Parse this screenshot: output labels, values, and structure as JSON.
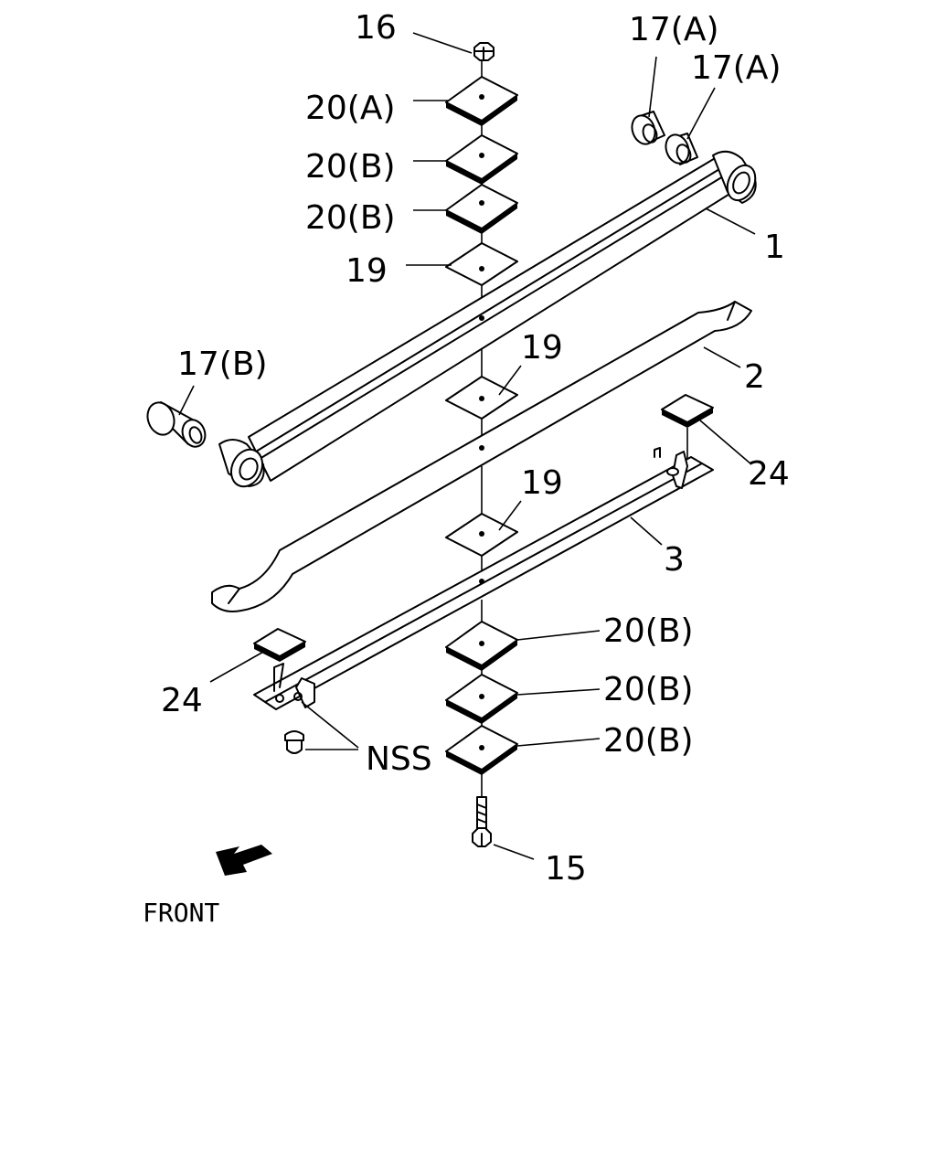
{
  "labels": {
    "p16": "16",
    "p17a_1": "17(A)",
    "p17a_2": "17(A)",
    "p20a": "20(A)",
    "p20b_1": "20(B)",
    "p20b_2": "20(B)",
    "p19_1": "19",
    "p1": "1",
    "p17b": "17(B)",
    "p19_2": "19",
    "p2": "2",
    "p24_r": "24",
    "p19_3": "19",
    "p3": "3",
    "p20b_3": "20(B)",
    "p24_l": "24",
    "p20b_4": "20(B)",
    "nss": "NSS",
    "p20b_5": "20(B)",
    "p15": "15",
    "front": "FRONT"
  },
  "icons": {
    "front_arrow": "arrow-down-left-icon"
  }
}
